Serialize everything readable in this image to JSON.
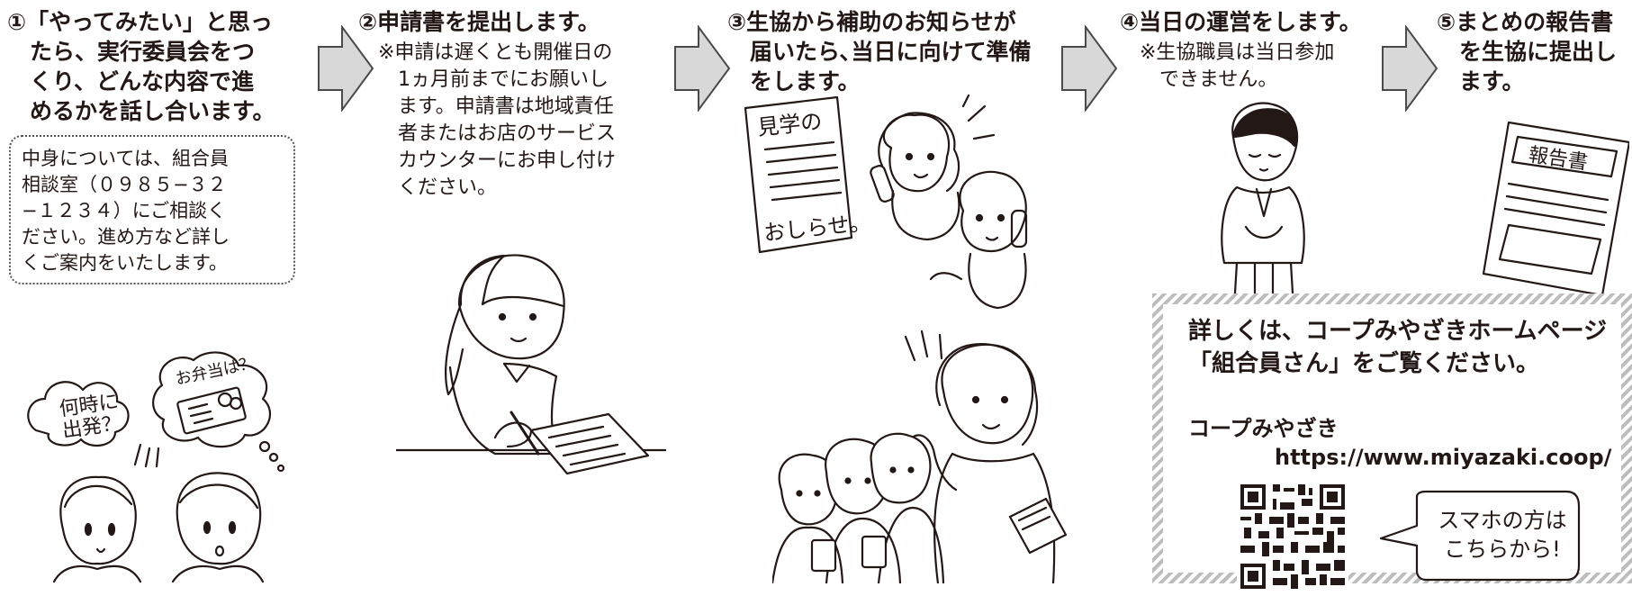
{
  "steps": [
    {
      "title": "①「やってみたい」と思っ\n　たら、実行委員会をつ\n　くり、どんな内容で進\n　めるかを話し合います。"
    },
    {
      "title": "②申請書を提出します。",
      "note": "※申請は遅くとも開催日の\n　1ヵ月前までにお願いし\n　ます。申請書は地域責任\n　者またはお店のサービス\n　カウンターにお申し付け\n　ください。"
    },
    {
      "title": "③生協から補助のお知らせが\n　届いたら､当日に向けて準備\n　をします。"
    },
    {
      "title": "④当日の運営をします。",
      "note": "※生協職員は当日参加\n　できません。"
    },
    {
      "title": "⑤まとめの報告書\n　を生協に提出し\n　ます。"
    }
  ],
  "consult_box": "中身については、組合員\n相談室（０９８５−３２\n−１２３４）にご相談く\nださい。進め方など詳し\nくご案内をいたします。",
  "illustrations": {
    "bubble_time": "何時に\n出発？",
    "bubble_bento": "お弁当は？",
    "notice_paper_top": "見学の",
    "notice_paper_bottom": "おしらせ。",
    "report_paper": "報告書"
  },
  "info": {
    "heading": "詳しくは、コープみやざきホームページ\n「組合員さん」をご覧ください。",
    "org_name": "コープみやざき",
    "url": "https://www.miyazaki.coop/",
    "smartphone_bubble": "スマホの方は\nこちらから!"
  },
  "colors": {
    "arrow_fill": "#d8d8d8",
    "arrow_stroke": "#4a4a4a",
    "text": "#231815",
    "stripe": "#bdbdbd"
  }
}
